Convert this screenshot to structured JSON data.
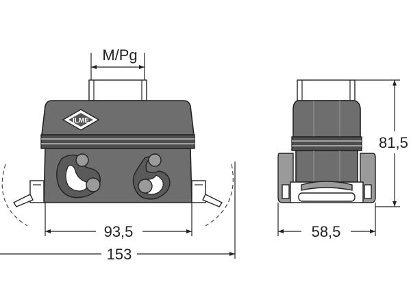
{
  "labels": {
    "thread": "M/Pg",
    "inner_width": "93,5",
    "total_width": "153",
    "side_depth": "58,5",
    "height": "81,5"
  },
  "logo": {
    "letters": "ILME"
  },
  "colors": {
    "housing": "#6e6e6e",
    "housing_dark": "#4e4e4e",
    "housing_light": "#9a9a9a",
    "line": "#222222"
  }
}
